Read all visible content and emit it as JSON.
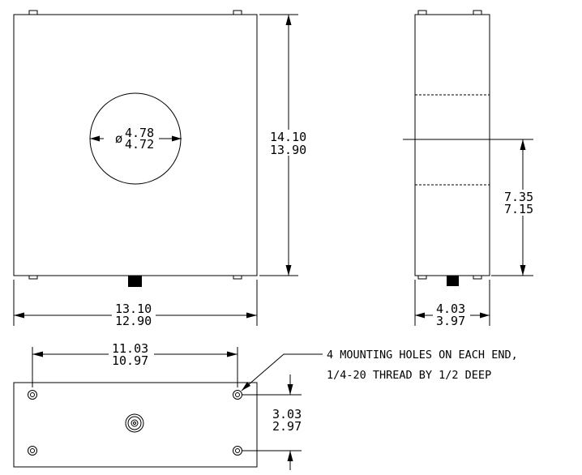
{
  "front_view": {
    "hole_diameter_symbol": "ø",
    "hole_diameter_max": "4.78",
    "hole_diameter_min": "4.72",
    "height_max": "14.10",
    "height_min": "13.90",
    "width_max": "13.10",
    "width_min": "12.90"
  },
  "side_view": {
    "center_height_max": "7.35",
    "center_height_min": "7.15",
    "depth_max": "4.03",
    "depth_min": "3.97"
  },
  "bottom_view": {
    "hole_spacing_max": "11.03",
    "hole_spacing_min": "10.97",
    "hole_row_spacing_max": "3.03",
    "hole_row_spacing_min": "2.97"
  },
  "note": {
    "line1": "4 MOUNTING HOLES ON EACH END,",
    "line2": "1/4-20 THREAD BY 1/2 DEEP"
  }
}
